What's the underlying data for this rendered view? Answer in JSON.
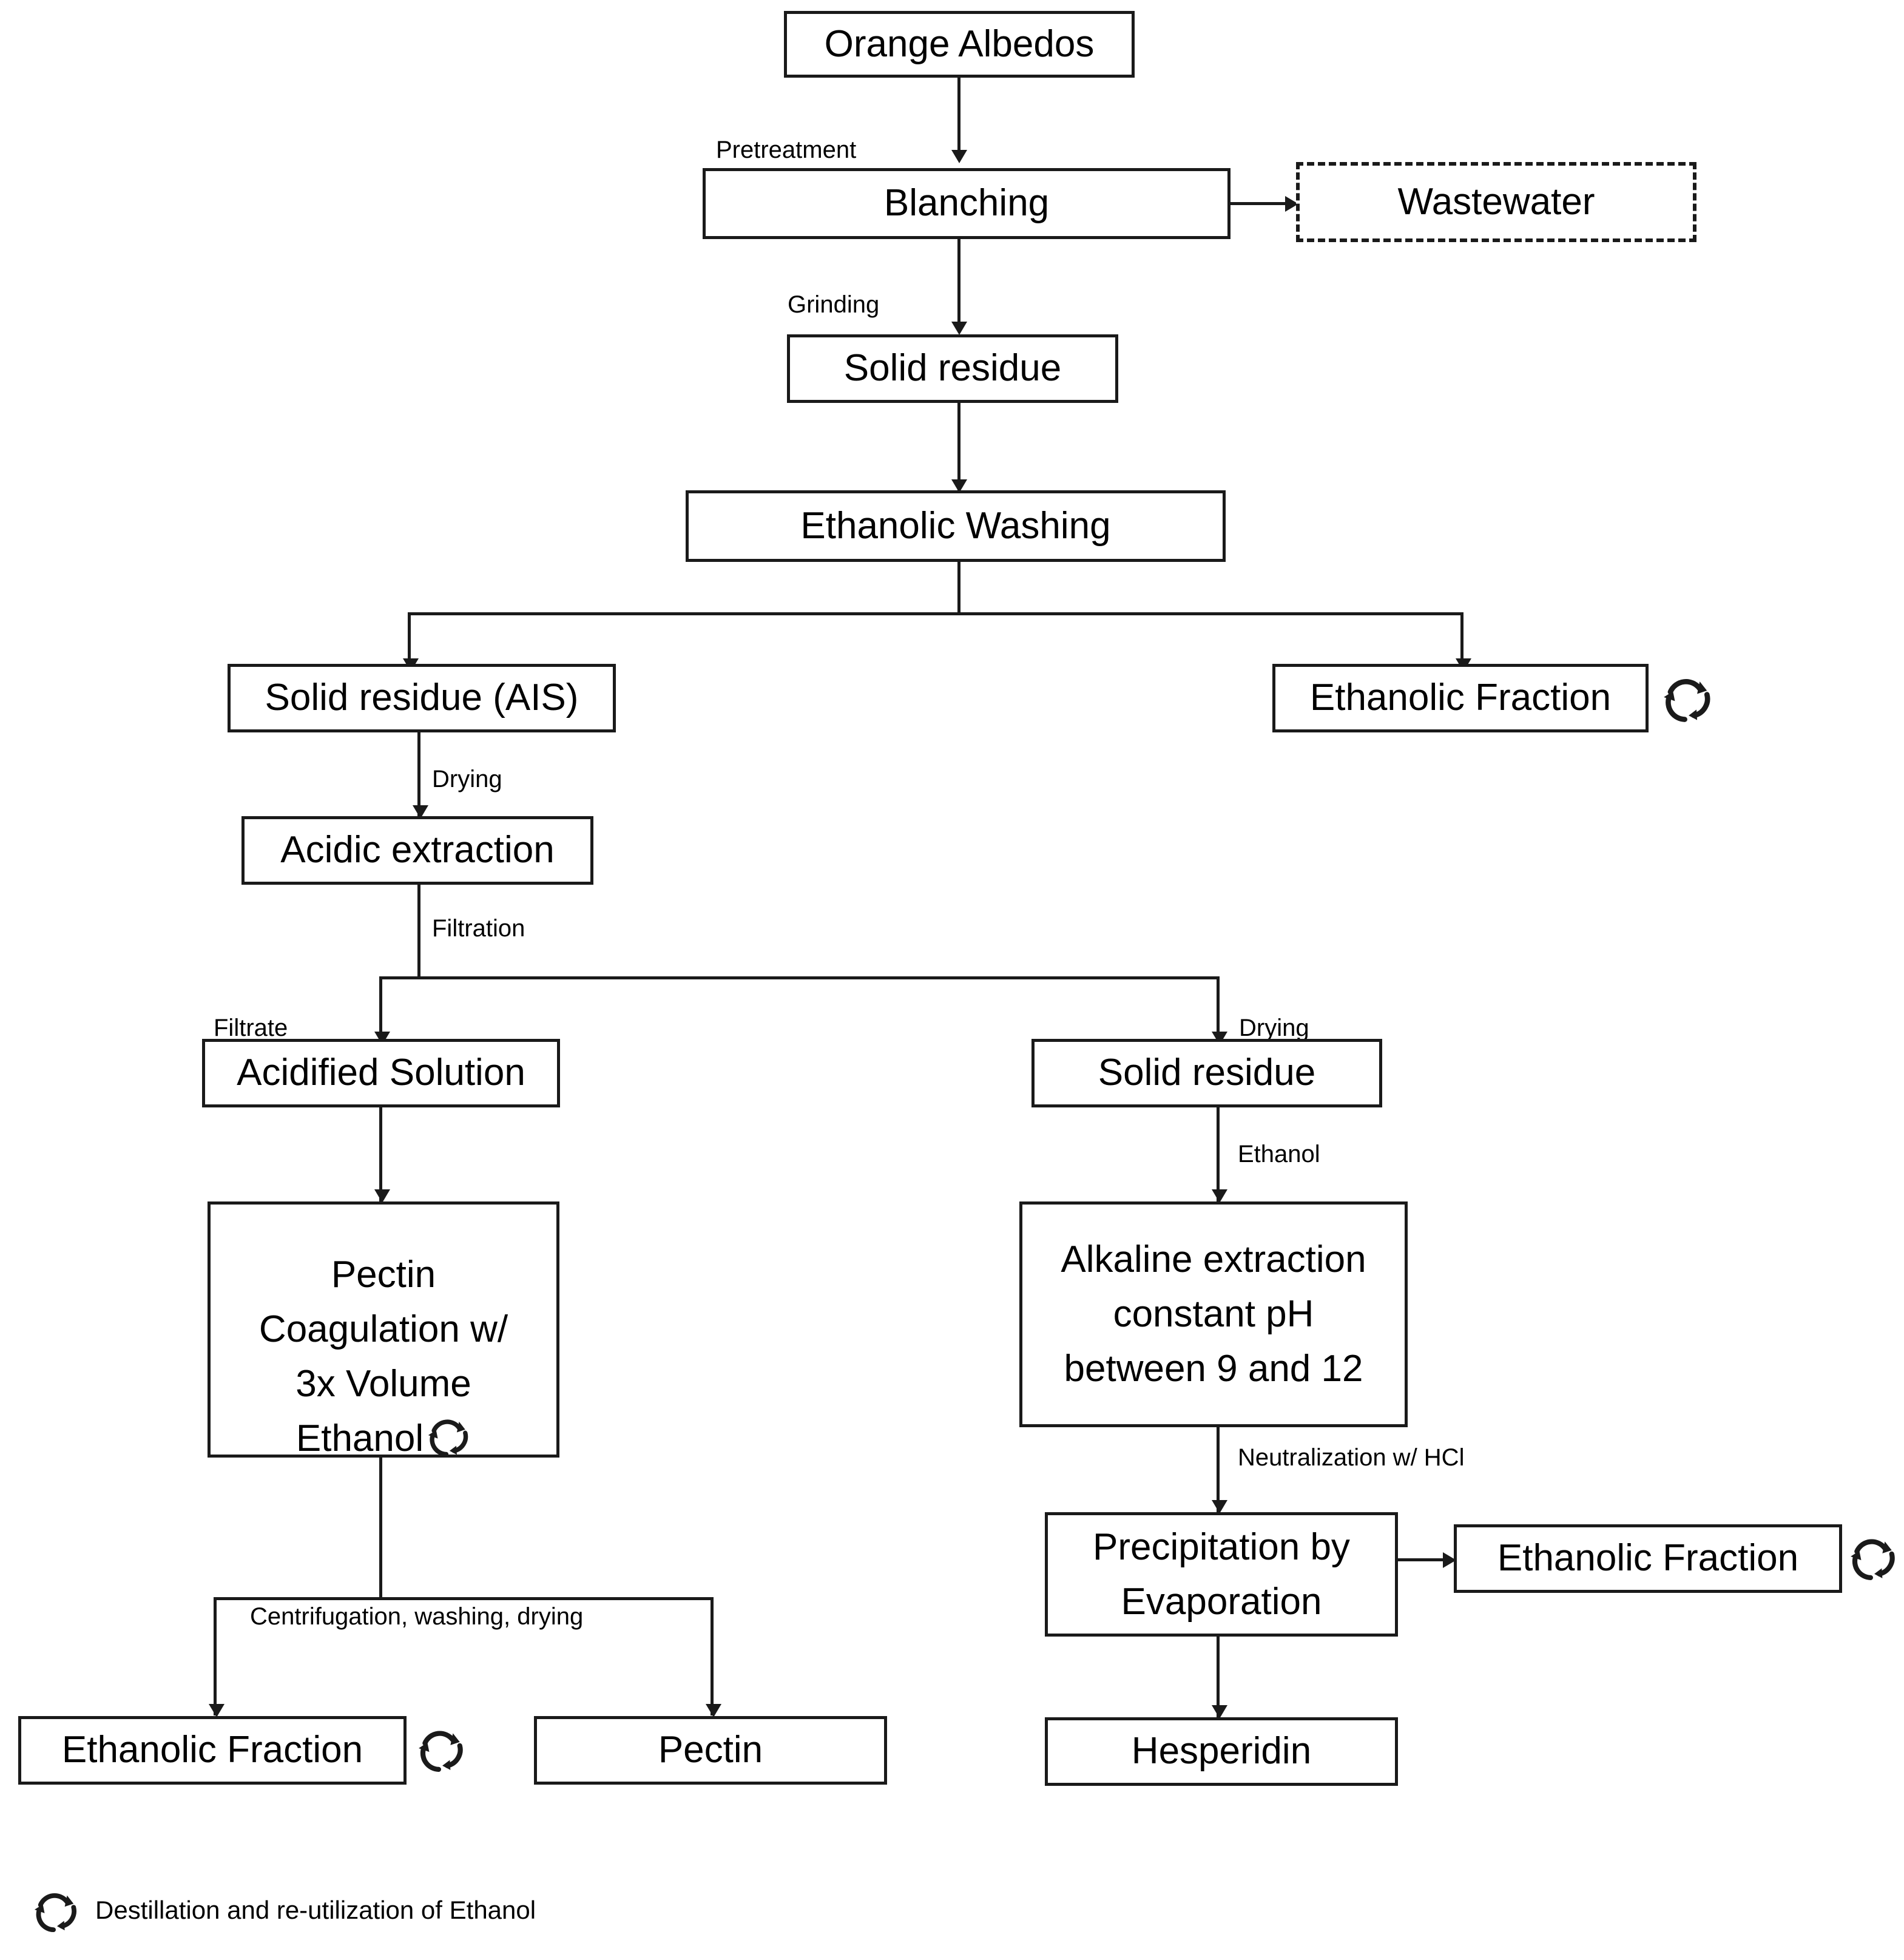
{
  "diagram": {
    "title": "Orange Albedo Valorization Process Flowchart",
    "colors": {
      "line": "#1a1a1a",
      "box_border": "#1a1a1a",
      "background": "#ffffff",
      "text": "#000000"
    },
    "nodes": {
      "orange_albedos": "Orange Albedos",
      "blanching": "Blanching",
      "wastewater": "Wastewater",
      "solid_residue_1": "Solid residue",
      "ethanolic_washing": "Ethanolic Washing",
      "solid_residue_ais": "Solid residue (AIS)",
      "ethanolic_fraction_1": "Ethanolic Fraction",
      "acidic_extraction": "Acidic extraction",
      "acidified_solution": "Acidified Solution",
      "solid_residue_2": "Solid residue",
      "pectin_coagulation": "Pectin\nCoagulation w/\n3x Volume\nEthanol",
      "alkaline_extraction": "Alkaline extraction\nconstant pH\nbetween 9 and 12",
      "precipitation_evaporation": "Precipitation by\nEvaporation",
      "ethanolic_fraction_2": "Ethanolic Fraction",
      "ethanolic_fraction_3": "Ethanolic Fraction",
      "pectin": "Pectin",
      "hesperidin": "Hesperidin"
    },
    "edge_labels": {
      "pretreatment": "Pretreatment",
      "grinding": "Grinding",
      "drying_ais": "Drying",
      "filtration": "Filtration",
      "filtrate": "Filtrate",
      "drying_right": "Drying",
      "ethanol": "Ethanol",
      "neutralization": "Neutralization  w/ HCl",
      "centrifugation": "Centrifugation,  washing,  drying"
    },
    "legend": {
      "icon": "recycle-icon",
      "text": "Destillation  and  re-utilization  of  Ethanol"
    }
  }
}
